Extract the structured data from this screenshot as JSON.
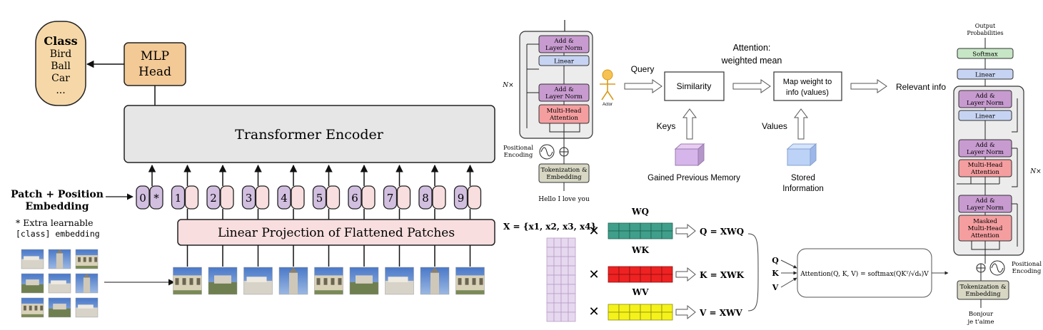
{
  "vit": {
    "class_box": {
      "title": "Class",
      "items": [
        "Bird",
        "Ball",
        "Car",
        "..."
      ]
    },
    "mlp_head": [
      "MLP",
      "Head"
    ],
    "encoder_label": "Transformer Encoder",
    "projection_label": "Linear Projection of Flattened Patches",
    "embedding_title": [
      "Patch + Position",
      "Embedding"
    ],
    "extra_note": [
      "* Extra learnable",
      "[class] embedding"
    ],
    "position_tokens": [
      "0",
      "1",
      "2",
      "3",
      "4",
      "5",
      "6",
      "7",
      "8",
      "9"
    ],
    "class_token_mark": "*"
  },
  "encoder_block": {
    "add_norm": [
      "Add &",
      "Layer Norm"
    ],
    "linear": "Linear",
    "mha": [
      "Multi-Head",
      "Attention"
    ],
    "nx": "N×",
    "positional": [
      "Positional",
      "Encoding"
    ],
    "tokenization": [
      "Tokenization &",
      "Embedding"
    ],
    "input": "Hello I love you"
  },
  "attention_flow": {
    "actor": "Actor",
    "query": "Query",
    "similarity": "Similarity",
    "title": [
      "Attention:",
      "weighted mean"
    ],
    "map_weight": [
      "Map weight to",
      "info (values)"
    ],
    "relevant": "Relevant info",
    "keys": "Keys",
    "values": "Values",
    "gained_memory": "Gained Previous Memory",
    "stored": [
      "Stored",
      "Information"
    ]
  },
  "qkv": {
    "x_def": "X = {x1, x2, x3, x4}",
    "wq": "WQ",
    "wk": "WK",
    "wv": "WV",
    "q_eq": "Q = XWQ",
    "k_eq": "K = XWK",
    "v_eq": "V = XWV",
    "labels": [
      "Q",
      "K",
      "V"
    ],
    "attention_formula": "Attention(Q, K, V) = softmax(QKᵀ/√dₖ)V",
    "colors": {
      "wq": "#3f9f8a",
      "wk": "#ee2222",
      "wv": "#f4f21a",
      "x": "#e6d8ee"
    }
  },
  "decoder": {
    "output": [
      "Output",
      "Probabilities"
    ],
    "softmax": "Softmax",
    "linear": "Linear",
    "add_norm": [
      "Add &",
      "Layer Norm"
    ],
    "mha": [
      "Multi-Head",
      "Attention"
    ],
    "masked_mha": [
      "Masked",
      "Multi-Head",
      "Attention"
    ],
    "nx": "N×",
    "positional": [
      "Positional",
      "Encoding"
    ],
    "tokenization": [
      "Tokenization &",
      "Embedding"
    ],
    "input": [
      "Bonjour",
      "je t'aime"
    ]
  }
}
